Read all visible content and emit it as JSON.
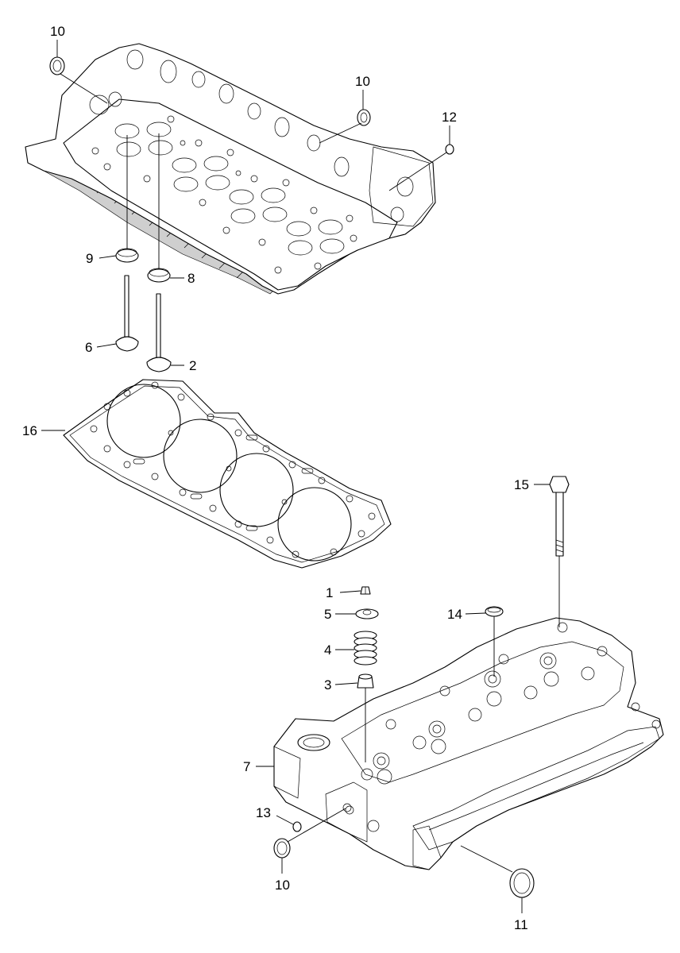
{
  "callouts": [
    {
      "id": "c-10a",
      "label": "10"
    },
    {
      "id": "c-10b",
      "label": "10"
    },
    {
      "id": "c-12",
      "label": "12"
    },
    {
      "id": "c-9",
      "label": "9"
    },
    {
      "id": "c-8",
      "label": "8"
    },
    {
      "id": "c-6",
      "label": "6"
    },
    {
      "id": "c-2",
      "label": "2"
    },
    {
      "id": "c-16",
      "label": "16"
    },
    {
      "id": "c-15",
      "label": "15"
    },
    {
      "id": "c-1",
      "label": "1"
    },
    {
      "id": "c-5",
      "label": "5"
    },
    {
      "id": "c-14",
      "label": "14"
    },
    {
      "id": "c-4",
      "label": "4"
    },
    {
      "id": "c-3",
      "label": "3"
    },
    {
      "id": "c-7",
      "label": "7"
    },
    {
      "id": "c-13",
      "label": "13"
    },
    {
      "id": "c-10c",
      "label": "10"
    },
    {
      "id": "c-11",
      "label": "11"
    }
  ]
}
